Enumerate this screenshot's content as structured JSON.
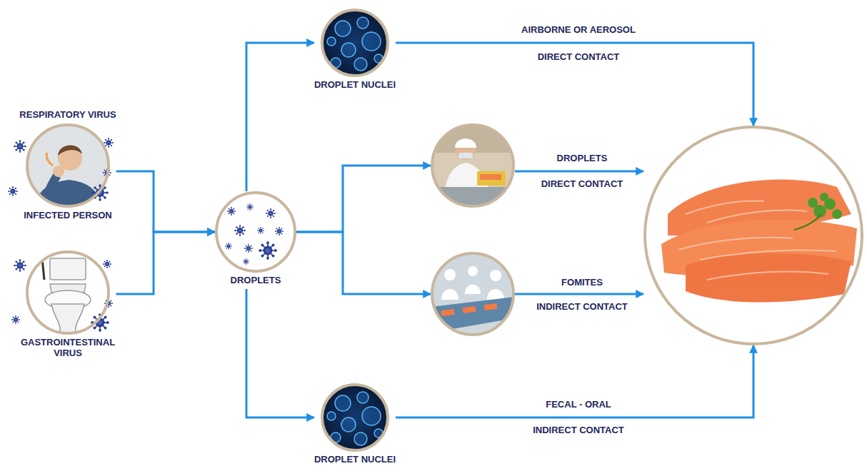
{
  "diagram": {
    "nodes": [
      {
        "text": [
          "RESPIRATORY VIRUS",
          "INFECTED PERSON"
        ]
      },
      {
        "text": [
          "GASTROINTESTINAL VIRUS"
        ]
      },
      {
        "text": [
          "DROPLETS"
        ]
      },
      {
        "text": [
          "DROPLET NUCLEI"
        ]
      },
      {
        "text": []
      },
      {
        "text": []
      },
      {
        "text": [
          "DROPLET NUCLEI"
        ]
      },
      {
        "text": []
      }
    ],
    "edges": [
      {
        "from": 0,
        "to": 2,
        "arrow": "to"
      },
      {
        "from": 1,
        "to": 2,
        "arrow": "to"
      },
      {
        "from": 2,
        "to": 3,
        "arrow": "to"
      },
      {
        "from": 2,
        "to": 4,
        "arrow": "to"
      },
      {
        "from": 2,
        "to": 5,
        "arrow": "to"
      },
      {
        "from": 2,
        "to": 6,
        "arrow": "to"
      },
      {
        "from": 3,
        "to": 7,
        "label": "AIRBORNE OR AEROSOL",
        "arrow": "to"
      },
      {
        "from": 4,
        "to": 7,
        "label": "DROPLETS",
        "arrow": "to"
      },
      {
        "from": 5,
        "to": 7,
        "label": "FOMITES",
        "arrow": "to"
      },
      {
        "from": 6,
        "to": 7,
        "label": "FECAL - ORAL",
        "arrow": "to"
      }
    ],
    "labels": [
      "DIRECT CONTACT",
      "DIRECT CONTACT",
      "INDIRECT CONTACT",
      "INDIRECT CONTACT"
    ]
  }
}
